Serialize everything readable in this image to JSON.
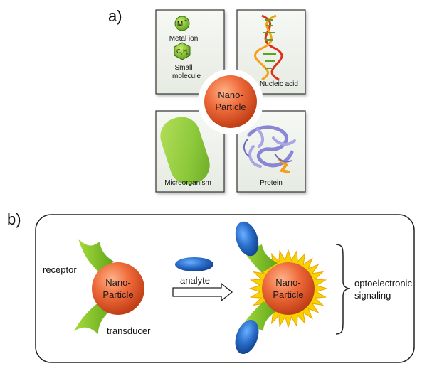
{
  "panel_a": {
    "label": "a)",
    "center": {
      "line1": "Nano-",
      "line2": "Particle"
    },
    "tiles": {
      "top_left": {
        "metal_symbol": "M",
        "metal_superscript": "+",
        "metal_label": "Metal ion",
        "molecule_symbol": "C",
        "molecule_sub1": "n",
        "molecule_mid": "H",
        "molecule_sub2": "m",
        "molecule_label_line1": "Small",
        "molecule_label_line2": "molecule"
      },
      "top_right": {
        "label": "Nucleic acid"
      },
      "bottom_left": {
        "label": "Microorganism"
      },
      "bottom_right": {
        "label": "Protein"
      }
    }
  },
  "panel_b": {
    "label": "b)",
    "receptor_label": "receptor",
    "transducer_label": "transducer",
    "analyte_label": "analyte",
    "left_particle": {
      "line1": "Nano-",
      "line2": "Particle"
    },
    "right_particle": {
      "line1": "Nano-",
      "line2": "Particle"
    },
    "signal_label_line1": "optoelectronic",
    "signal_label_line2": "signaling"
  },
  "colors": {
    "particle": "#e2562a",
    "green": "#7fbf2a",
    "blue": "#1f5fb5",
    "sun": "#f5d400",
    "tile_bg": "#f1f4ee"
  }
}
